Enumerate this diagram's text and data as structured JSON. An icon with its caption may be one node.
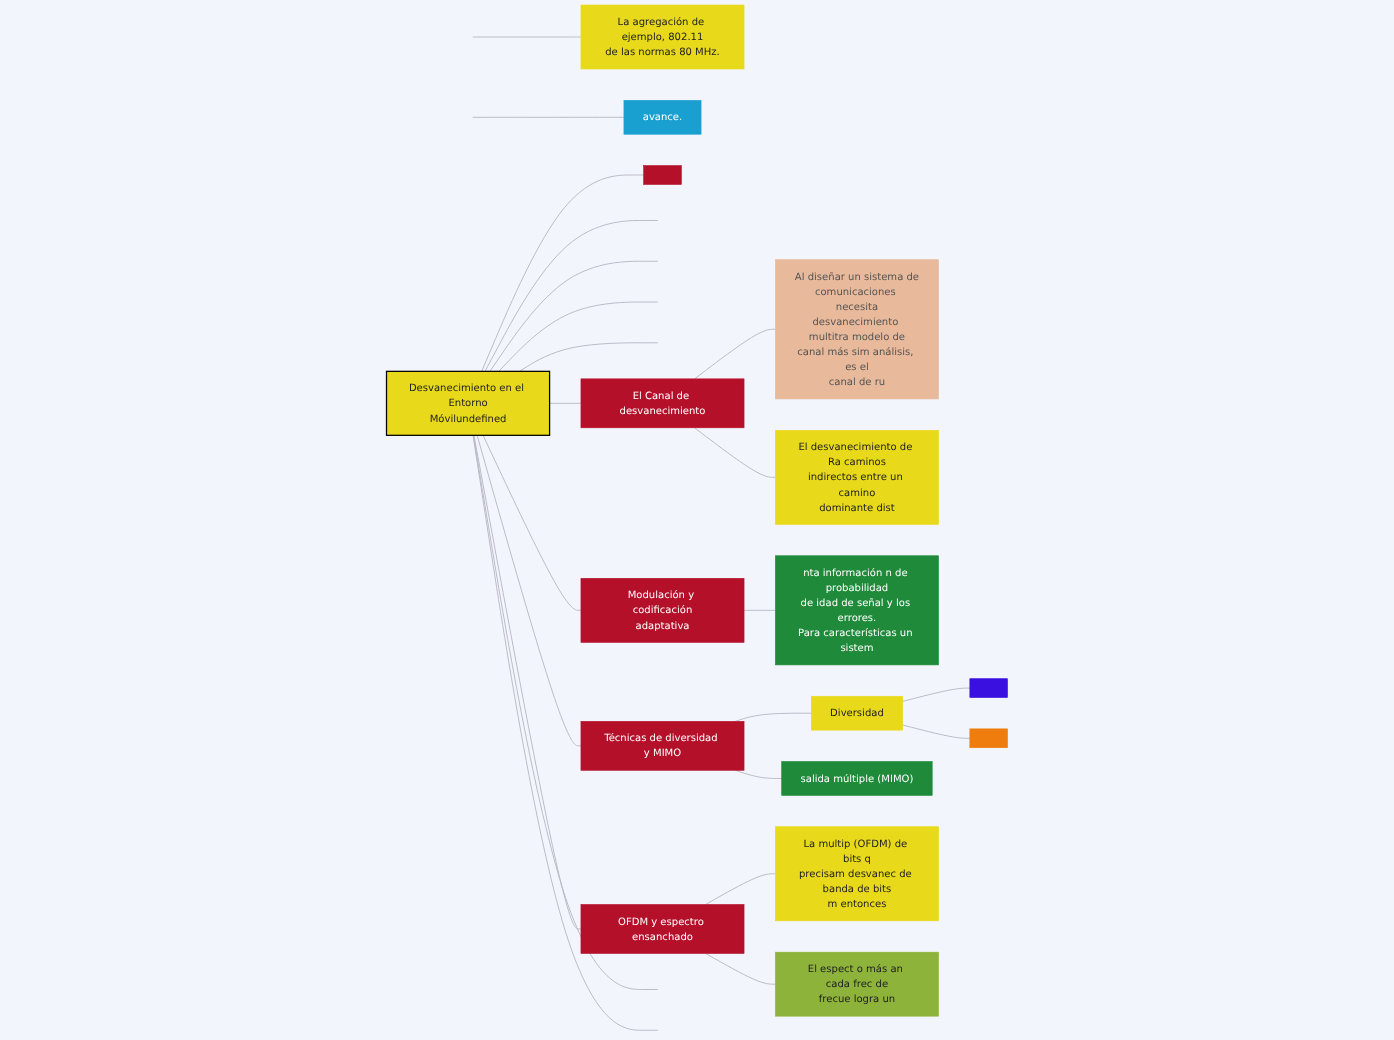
{
  "diagram": {
    "nodes": [
      {
        "text": [
          "Desvanecimiento en el Entorno Móvilundefined"
        ]
      },
      {
        "text": [],
        "shape": "box"
      },
      {
        "text": [
          "El Canal de desvanecimiento"
        ]
      },
      {
        "text": [
          "Al diseñar un sistema de comunicaciones necesita desvanecimiento multitra modelo de canal más sim análisis, es el canal de ru"
        ]
      },
      {
        "text": [
          "El desvanecimiento de Ra caminos indirectos entre un camino dominante dist"
        ]
      },
      {
        "text": [
          "Modulación y codificación adaptativa"
        ]
      },
      {
        "text": [
          "nta información n de probabilidad de idad de señal y los errores. Para características un sistem"
        ]
      },
      {
        "text": [
          "Técnicas de diversidad y MIMO"
        ]
      },
      {
        "text": [
          "Diversidad"
        ]
      },
      {
        "text": [],
        "shape": "box"
      },
      {
        "text": [],
        "shape": "box"
      },
      {
        "text": [
          "salida múltiple (MIMO)"
        ]
      },
      {
        "text": [
          "OFDM y espectro ensanchado"
        ]
      },
      {
        "text": [
          "La multip (OFDM) de bits q precisam desvanec de banda de bits m entonces"
        ]
      },
      {
        "text": [
          "El espect o más an cada frec de frecue logra un"
        ]
      },
      {
        "text": [
          "La agregación de ejemplo, 802.11 de las normas 80 MHz."
        ]
      },
      {
        "text": [
          "avance."
        ]
      }
    ],
    "edges": [
      {
        "from": 0,
        "to": 1,
        "arrow": "none"
      },
      {
        "from": 0,
        "to": null,
        "arrow": "none"
      },
      {
        "from": 0,
        "to": null,
        "arrow": "none"
      },
      {
        "from": 0,
        "to": null,
        "arrow": "none"
      },
      {
        "from": 0,
        "to": null,
        "arrow": "none"
      },
      {
        "from": 0,
        "to": 2,
        "arrow": "none"
      },
      {
        "from": 2,
        "to": 3,
        "arrow": "none"
      },
      {
        "from": 2,
        "to": 4,
        "arrow": "none"
      },
      {
        "from": 0,
        "to": 5,
        "arrow": "none"
      },
      {
        "from": 5,
        "to": 6,
        "arrow": "none"
      },
      {
        "from": 0,
        "to": 7,
        "arrow": "none"
      },
      {
        "from": 7,
        "to": 8,
        "arrow": "none"
      },
      {
        "from": 8,
        "to": 9,
        "arrow": "none"
      },
      {
        "from": 8,
        "to": 10,
        "arrow": "none"
      },
      {
        "from": 7,
        "to": 11,
        "arrow": "none"
      },
      {
        "from": 0,
        "to": 12,
        "arrow": "none"
      },
      {
        "from": 12,
        "to": 13,
        "arrow": "none"
      },
      {
        "from": 12,
        "to": 14,
        "arrow": "none"
      },
      {
        "from": 0,
        "to": null,
        "arrow": "none"
      },
      {
        "from": 0,
        "to": null,
        "arrow": "none"
      },
      {
        "from": null,
        "to": 15,
        "arrow": "none"
      },
      {
        "from": null,
        "to": 16,
        "arrow": "none"
      }
    ]
  }
}
